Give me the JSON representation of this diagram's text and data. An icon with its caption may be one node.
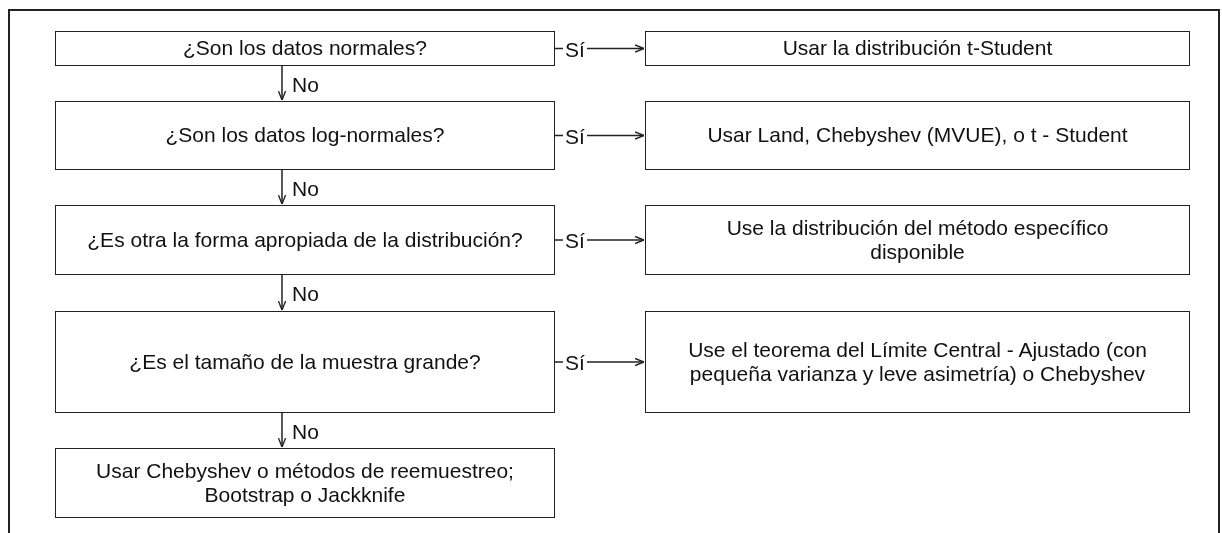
{
  "diagram": {
    "nodes": [
      {
        "text": [
          "¿Son los datos normales?"
        ]
      },
      {
        "text": [
          "Usar la distribución t-Student"
        ]
      },
      {
        "text": [
          "¿Son los datos log-normales?"
        ]
      },
      {
        "text": [
          "Usar Land, Chebyshev (MVUE), o t - Student"
        ]
      },
      {
        "text": [
          "¿Es otra la forma apropiada de la distribución?"
        ]
      },
      {
        "text": [
          "Use la distribución del método específico disponible"
        ]
      },
      {
        "text": [
          "¿Es el tamaño de la muestra grande?"
        ]
      },
      {
        "text": [
          "Use el teorema del Límite Central - Ajustado (con pequeña varianza y leve asimetría) o Chebyshev"
        ]
      },
      {
        "text": [
          "Usar Chebyshev o métodos de reemuestreo; Bootstrap o Jackknife"
        ]
      }
    ],
    "edges": [
      {
        "from": 0,
        "to": 1,
        "arrow": "to",
        "label": "Sí"
      },
      {
        "from": 0,
        "to": 2,
        "arrow": "to",
        "label": "No"
      },
      {
        "from": 2,
        "to": 3,
        "arrow": "to",
        "label": "Sí"
      },
      {
        "from": 2,
        "to": 4,
        "arrow": "to",
        "label": "No"
      },
      {
        "from": 4,
        "to": 5,
        "arrow": "to",
        "label": "Sí"
      },
      {
        "from": 4,
        "to": 6,
        "arrow": "to",
        "label": "No"
      },
      {
        "from": 6,
        "to": 7,
        "arrow": "to",
        "label": "Sí"
      },
      {
        "from": 6,
        "to": 8,
        "arrow": "to",
        "label": "No"
      }
    ]
  }
}
